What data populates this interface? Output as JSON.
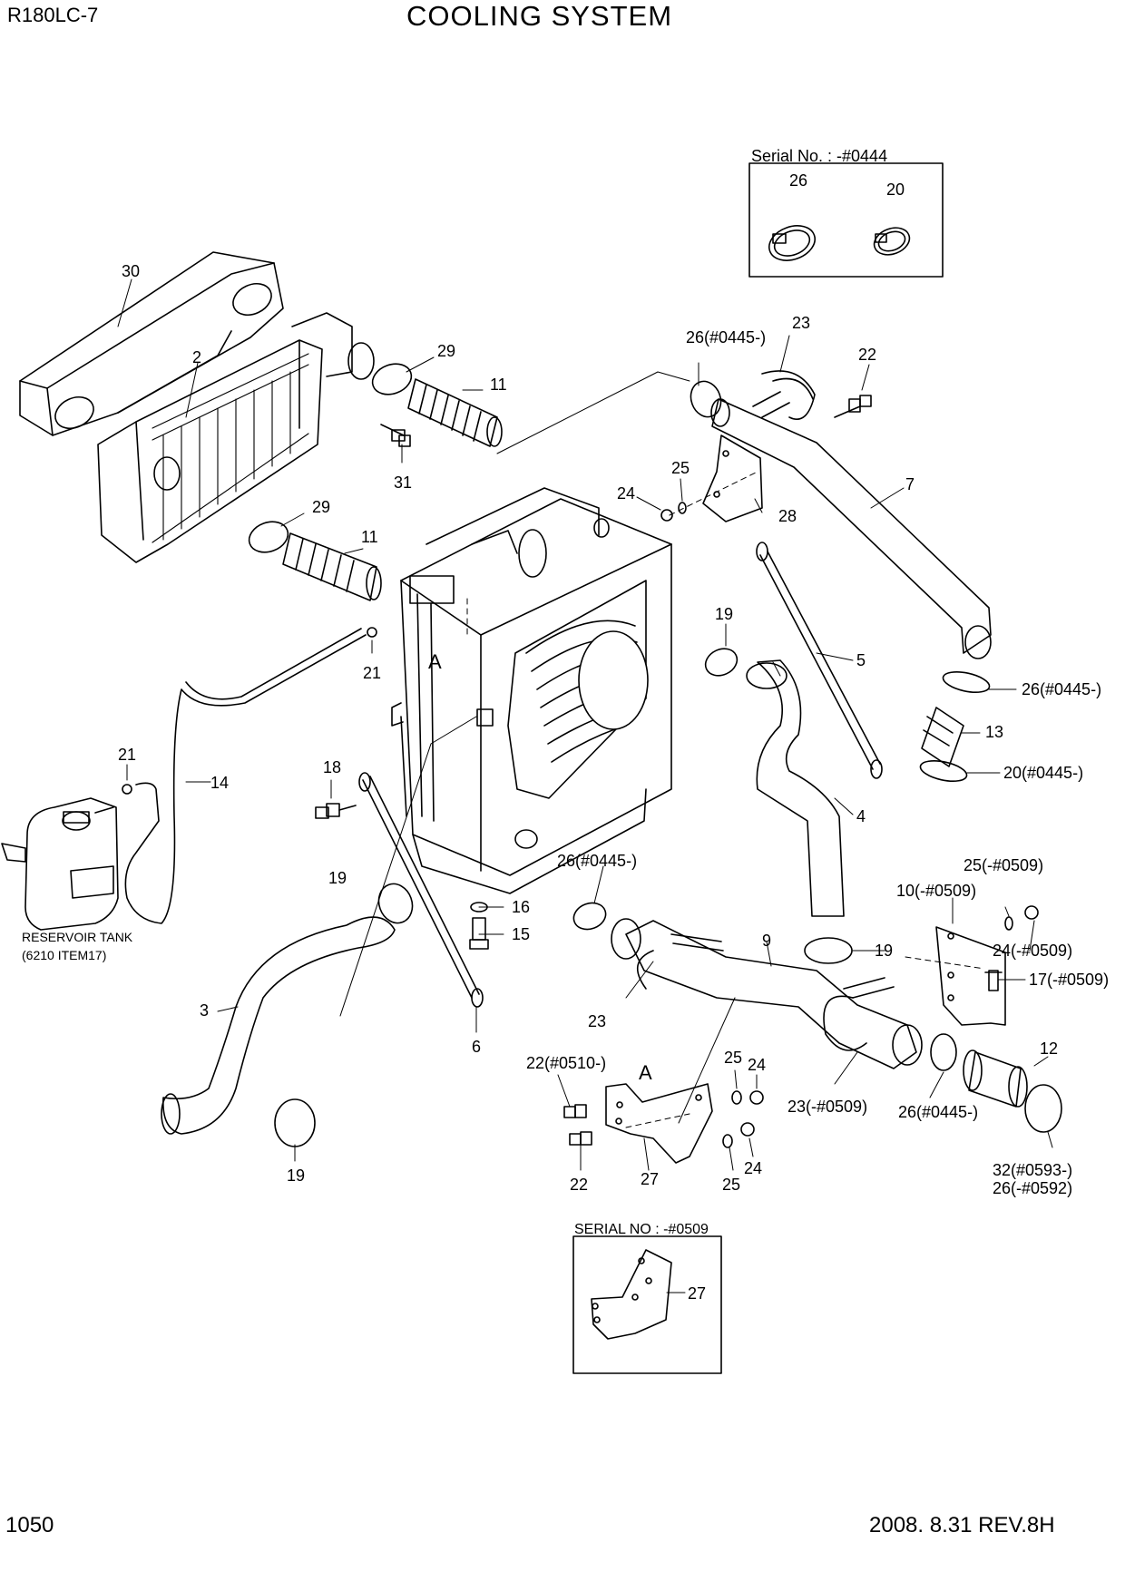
{
  "header": {
    "model": "R180LC-7",
    "title": "COOLING SYSTEM"
  },
  "footer": {
    "page_number": "1050",
    "revision": "2008. 8.31  REV.8H"
  },
  "insets": {
    "serial_box_top": {
      "label": "Serial No. : -#0444",
      "items": [
        "26",
        "20"
      ]
    },
    "serial_box_bottom": {
      "label": "SERIAL NO : -#0509",
      "items": [
        "27"
      ]
    }
  },
  "reservoir": {
    "line1": "RESERVOIR TANK",
    "line2": "(6210 ITEM17)"
  },
  "callouts": [
    "30",
    "2",
    "29",
    "11",
    "31",
    "29",
    "11",
    "21",
    "21",
    "14",
    "18",
    "26(#0445-)",
    "23",
    "22",
    "25",
    "24",
    "28",
    "7",
    "19",
    "5",
    "26(#0445-)",
    "13",
    "20(#0445-)",
    "4",
    "A",
    "19",
    "16",
    "15",
    "26(#0445-)",
    "9",
    "23",
    "19",
    "3",
    "6",
    "19",
    "25(-#0509)",
    "10(-#0509)",
    "24(-#0509)",
    "17(-#0509)",
    "22(#0510-)",
    "A",
    "25",
    "24",
    "23(-#0509)",
    "26(#0445-)",
    "12",
    "22",
    "27",
    "25",
    "24",
    "32(#0593-)",
    "26(-#0592)"
  ]
}
